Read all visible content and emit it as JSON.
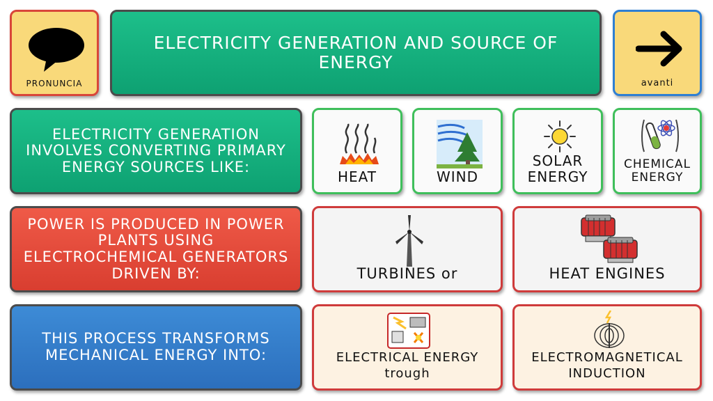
{
  "header": {
    "pronuncia_label": "PRONUNCIA",
    "title": "ELECTRICITY GENERATION AND SOURCE OF ENERGY",
    "avanti_label": "avanti"
  },
  "rows": [
    {
      "statement": "ELECTRICITY GENERATION INVOLVES CONVERTING PRIMARY ENERGY SOURCES LIKE:",
      "tiles": [
        "HEAT",
        "WIND",
        "SOLAR ENERGY",
        "CHEMICAL ENERGY"
      ]
    },
    {
      "statement": "POWER IS PRODUCED IN POWER PLANTS USING ELECTROCHEMICAL GENERATORS DRIVEN BY:",
      "tiles": [
        "TURBINES  or",
        "HEAT ENGINES"
      ]
    },
    {
      "statement": "THIS PROCESS TRANSFORMS MECHANICAL ENERGY INTO:",
      "tiles": [
        "ELECTRICAL ENERGY trough",
        "ELECTROMAGNETICAL INDUCTION"
      ]
    }
  ],
  "tiles_lower": [
    "ELECTRICAL ENERGY",
    "trough"
  ],
  "colors": {
    "green": "#1dbf8a",
    "red": "#e24c3d",
    "blue": "#3a86d3",
    "yellow": "#f9d97a"
  }
}
